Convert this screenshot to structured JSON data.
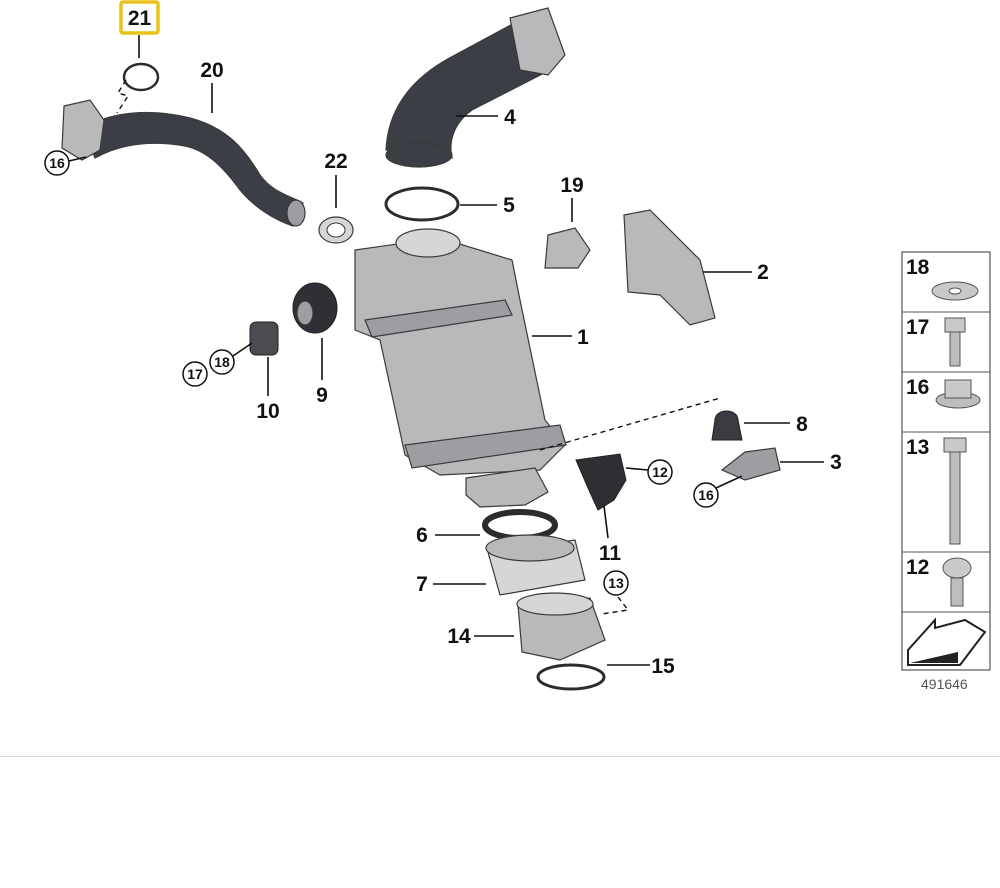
{
  "diagram": {
    "highlighted_part": "21",
    "figure_id": "491646",
    "callouts": {
      "p1": "1",
      "p2": "2",
      "p3": "3",
      "p4": "4",
      "p5": "5",
      "p6": "6",
      "p7": "7",
      "p8": "8",
      "p9": "9",
      "p10": "10",
      "p11": "11",
      "p12": "12",
      "p13": "13",
      "p14": "14",
      "p15": "15",
      "p16": "16",
      "p17": "17",
      "p18": "18",
      "p19": "19",
      "p20": "20",
      "p21": "21",
      "p22": "22"
    },
    "legend": [
      "18",
      "17",
      "16",
      "13",
      "12"
    ],
    "colors": {
      "highlight": "#e8c21b",
      "hose": "#3b3e44",
      "metal": "#b9b9bb"
    }
  }
}
